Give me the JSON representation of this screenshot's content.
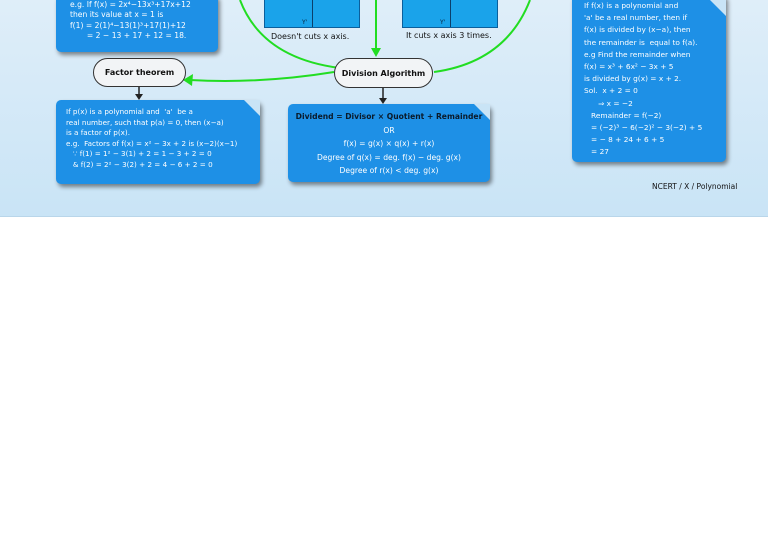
{
  "remainder_theorem_card": {
    "lines": [
      "e.g. If f(x) = 2x⁴−13x³+17x+12",
      "then its value at x = 1 is",
      "f(1) = 2(1)⁴−13(1)³+17(1)+12",
      "       = 2 − 13 + 17 + 12 = 18."
    ]
  },
  "graphs": {
    "left_caption": "Doesn't cuts x axis.",
    "right_caption": "It  cuts x axis 3 times.",
    "axis_label": "Y'"
  },
  "factor_theorem": {
    "title": "Factor theorem",
    "lines": [
      "If p(x) is a polynomial and  'a'  be a",
      "real number, such that p(a) = 0, then (x−a)",
      "is a factor of p(x).",
      "e.g.  Factors of f(x) = x² − 3x + 2 is (x−2)(x−1)",
      "   ∵ f(1) = 1² − 3(1) + 2 = 1 − 3 + 2 = 0",
      "   & f(2) = 2² − 3(2) + 2 = 4 − 6 + 2 = 0"
    ]
  },
  "division_algorithm": {
    "title": "Division Algorithm",
    "lines": [
      "Dividend = Divisor × Quotient + Remainder",
      "OR",
      "f(x) = g(x) × q(x) + r(x)",
      "Degree of q(x) = deg. f(x) − deg. g(x)",
      "Degree of r(x) < deg. g(x)"
    ]
  },
  "remainder_example_card": {
    "lines": [
      "If f(x) is a polynomial and",
      "'a' be a real number, then if",
      "f(x) is divided by (x−a), then",
      "the remainder is  equal to f(a).",
      "e.g Find the remainder when",
      "f(x) = x³ + 6x² − 3x + 5",
      "is divided by g(x) = x + 2.",
      "Sol.  x + 2 = 0",
      "      ⇒ x = −2",
      "   Remainder = f(−2)",
      "   = (−2)³ − 6(−2)² − 3(−2) + 5",
      "   = − 8 + 24 + 6 + 5",
      "   = 27"
    ]
  },
  "source": "NCERT / X / Polynomial",
  "colors": {
    "card": "#1e90e6",
    "connector": "#22dd22",
    "background": "#cfe6f7"
  }
}
